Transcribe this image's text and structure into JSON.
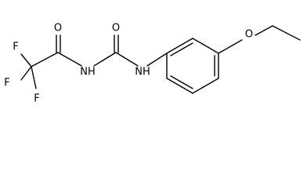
{
  "molecule": {
    "atoms": {
      "o_carbonyl_1": "O",
      "o_carbonyl_2": "O",
      "f_top": "F",
      "f_left": "F",
      "f_bottom": "F",
      "nh_imide": "NH",
      "nh_amine": "NH",
      "o_ether": "O"
    }
  }
}
